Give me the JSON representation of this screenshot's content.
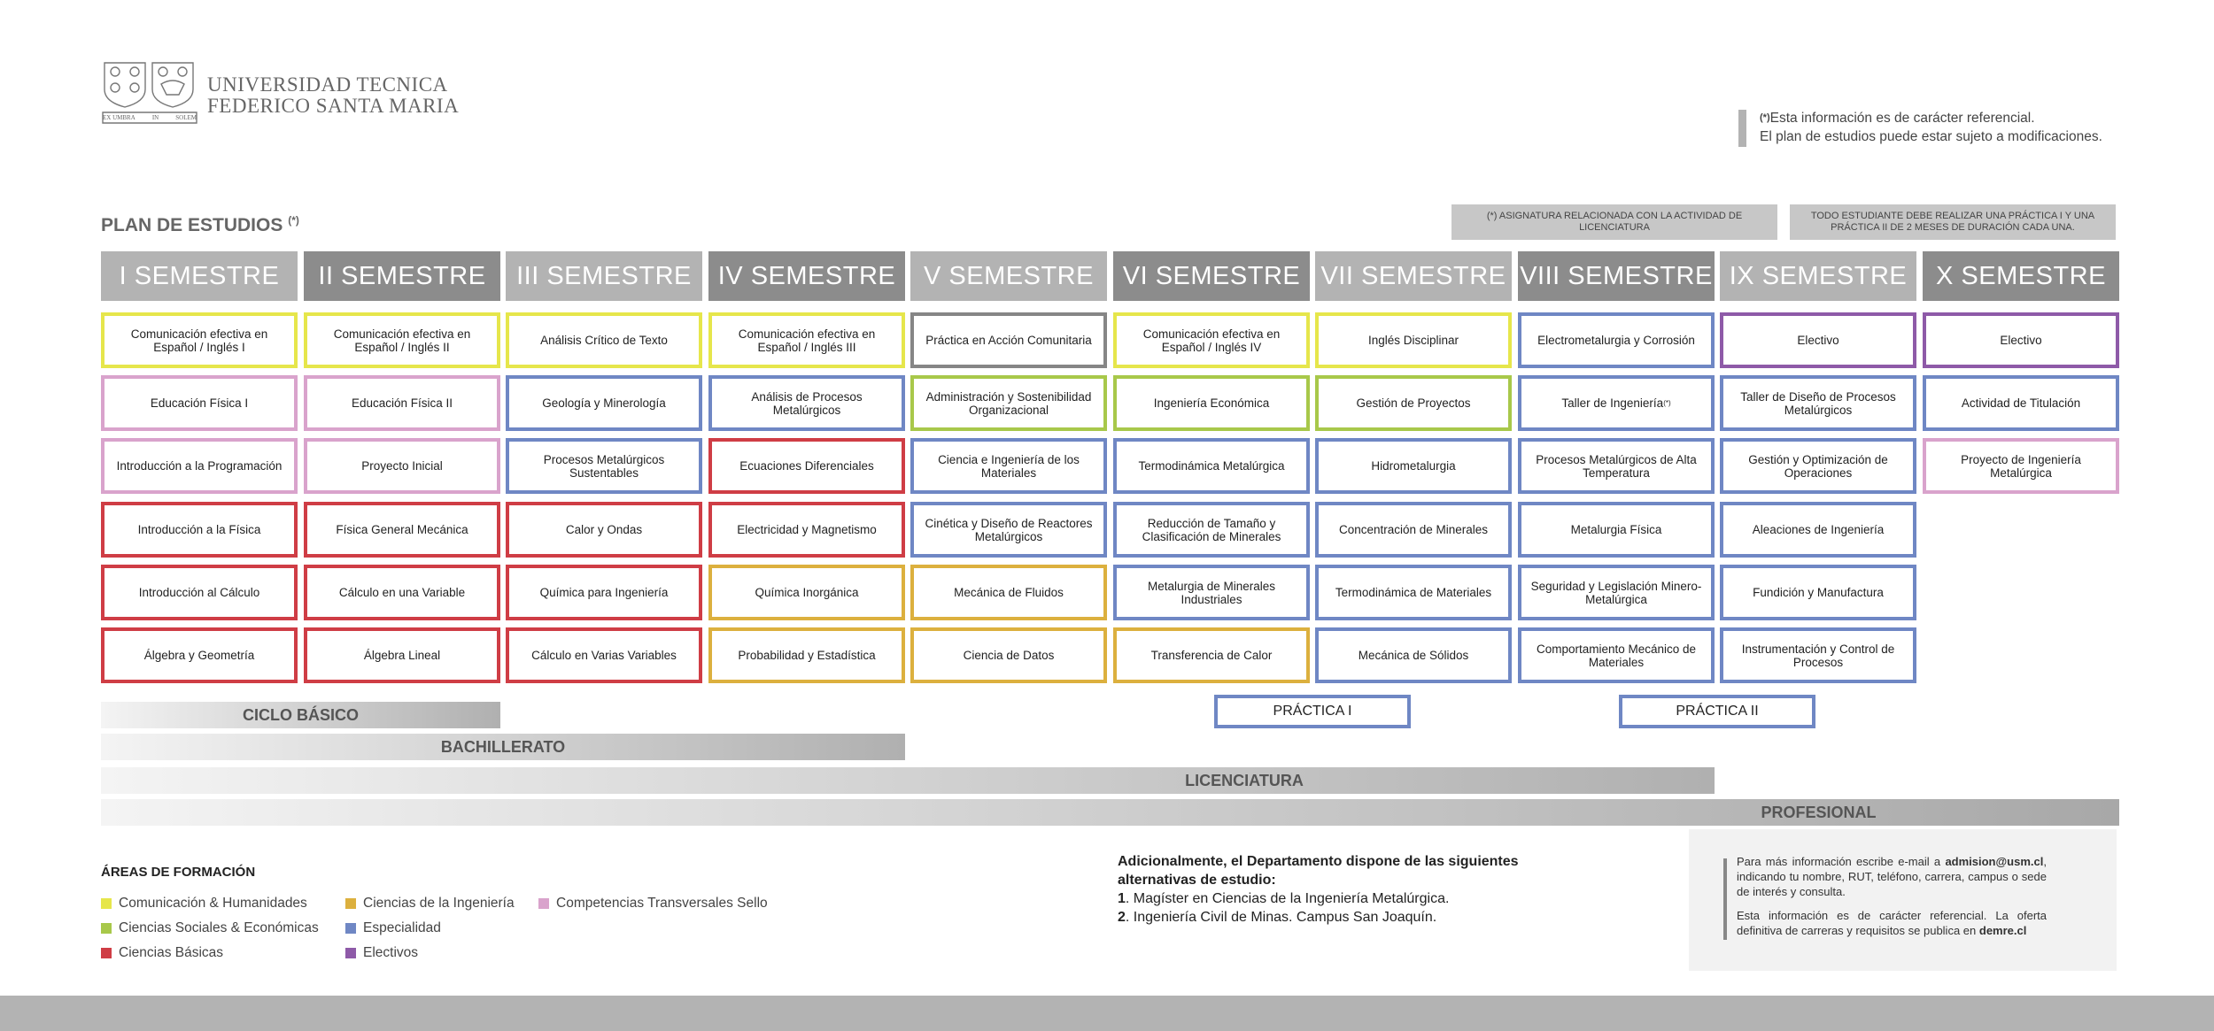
{
  "logo": {
    "motto_left": "EX UMBRA",
    "motto_center": "IN",
    "motto_right": "SOLEM"
  },
  "university": {
    "line1": "UNIVERSIDAD TECNICA",
    "line2": "FEDERICO SANTA MARIA"
  },
  "disclaimer": {
    "star": "(*)",
    "line1": "Esta información es de carácter referencial.",
    "line2": "El plan de estudios puede estar sujeto a modificaciones."
  },
  "plan": {
    "title": "PLAN DE ESTUDIOS",
    "mark": "(*)"
  },
  "notes": {
    "note1": "(*) ASIGNATURA RELACIONADA CON LA ACTIVIDAD DE LICENCIATURA",
    "note2": "TODO ESTUDIANTE DEBE REALIZAR UNA PRÁCTICA I Y UNA PRÁCTICA II DE 2 MESES DE DURACIÓN CADA UNA."
  },
  "colors": {
    "comunicacion": "#e6e64b",
    "sociales": "#a8c84a",
    "basicas": "#cf3d45",
    "ingenieria": "#dcb03e",
    "especialidad": "#6f87c4",
    "electivos": "#8e5aa8",
    "sello": "#d9a3cc",
    "practica": "#868686"
  },
  "semesters": [
    {
      "label": "I SEMESTRE",
      "courses": [
        {
          "name": "Comunicación efectiva en Español / Inglés I",
          "area": "comunicacion"
        },
        {
          "name": "Educación Física I",
          "area": "sello"
        },
        {
          "name": "Introducción a la Programación",
          "area": "sello"
        },
        {
          "name": "Introducción a la Física",
          "area": "basicas"
        },
        {
          "name": "Introducción al Cálculo",
          "area": "basicas"
        },
        {
          "name": "Álgebra y Geometría",
          "area": "basicas"
        }
      ]
    },
    {
      "label": "II SEMESTRE",
      "courses": [
        {
          "name": "Comunicación efectiva en Español / Inglés II",
          "area": "comunicacion"
        },
        {
          "name": "Educación Física II",
          "area": "sello"
        },
        {
          "name": "Proyecto Inicial",
          "area": "sello"
        },
        {
          "name": "Física General Mecánica",
          "area": "basicas"
        },
        {
          "name": "Cálculo en una Variable",
          "area": "basicas"
        },
        {
          "name": "Álgebra Lineal",
          "area": "basicas"
        }
      ]
    },
    {
      "label": "III SEMESTRE",
      "courses": [
        {
          "name": "Análisis Crítico de Texto",
          "area": "comunicacion"
        },
        {
          "name": "Geología y Minerología",
          "area": "especialidad"
        },
        {
          "name": "Procesos Metalúrgicos Sustentables",
          "area": "especialidad"
        },
        {
          "name": "Calor y Ondas",
          "area": "basicas"
        },
        {
          "name": "Química para Ingeniería",
          "area": "basicas"
        },
        {
          "name": "Cálculo en Varias Variables",
          "area": "basicas"
        }
      ]
    },
    {
      "label": "IV SEMESTRE",
      "courses": [
        {
          "name": "Comunicación efectiva en Español / Inglés III",
          "area": "comunicacion"
        },
        {
          "name": "Análisis de Procesos Metalúrgicos",
          "area": "especialidad"
        },
        {
          "name": "Ecuaciones Diferenciales",
          "area": "basicas"
        },
        {
          "name": "Electricidad y Magnetismo",
          "area": "basicas"
        },
        {
          "name": "Química Inorgánica",
          "area": "ingenieria"
        },
        {
          "name": "Probabilidad y Estadística",
          "area": "ingenieria"
        }
      ]
    },
    {
      "label": "V SEMESTRE",
      "courses": [
        {
          "name": "Práctica en Acción Comunitaria",
          "area": "practica"
        },
        {
          "name": "Administración y Sostenibilidad Organizacional",
          "area": "sociales"
        },
        {
          "name": "Ciencia e Ingeniería de los Materiales",
          "area": "especialidad"
        },
        {
          "name": "Cinética y Diseño de Reactores Metalúrgicos",
          "area": "especialidad"
        },
        {
          "name": "Mecánica de Fluidos",
          "area": "ingenieria"
        },
        {
          "name": "Ciencia de Datos",
          "area": "ingenieria"
        }
      ]
    },
    {
      "label": "VI SEMESTRE",
      "courses": [
        {
          "name": "Comunicación efectiva en Español / Inglés IV",
          "area": "comunicacion"
        },
        {
          "name": "Ingeniería Económica",
          "area": "sociales"
        },
        {
          "name": "Termodinámica Metalúrgica",
          "area": "especialidad"
        },
        {
          "name": "Reducción de Tamaño y Clasificación de Minerales",
          "area": "especialidad"
        },
        {
          "name": "Metalurgia de Minerales Industriales",
          "area": "especialidad"
        },
        {
          "name": "Transferencia de Calor",
          "area": "ingenieria"
        }
      ]
    },
    {
      "label": "VII SEMESTRE",
      "courses": [
        {
          "name": "Inglés Disciplinar",
          "area": "comunicacion"
        },
        {
          "name": "Gestión de Proyectos",
          "area": "sociales"
        },
        {
          "name": "Hidrometalurgia",
          "area": "especialidad"
        },
        {
          "name": "Concentración de Minerales",
          "area": "especialidad"
        },
        {
          "name": "Termodinámica de Materiales",
          "area": "especialidad"
        },
        {
          "name": "Mecánica de Sólidos",
          "area": "especialidad"
        }
      ]
    },
    {
      "label": "VIII SEMESTRE",
      "courses": [
        {
          "name": "Electrometalurgia y Corrosión",
          "area": "especialidad"
        },
        {
          "name": "Taller de Ingeniería",
          "area": "especialidad",
          "mark": "(*)"
        },
        {
          "name": "Procesos Metalúrgicos de Alta Temperatura",
          "area": "especialidad"
        },
        {
          "name": "Metalurgia Física",
          "area": "especialidad"
        },
        {
          "name": "Seguridad y Legislación Minero-Metalúrgica",
          "area": "especialidad"
        },
        {
          "name": "Comportamiento Mecánico de Materiales",
          "area": "especialidad"
        }
      ]
    },
    {
      "label": "IX SEMESTRE",
      "courses": [
        {
          "name": "Electivo",
          "area": "electivos"
        },
        {
          "name": "Taller de Diseño de Procesos Metalúrgicos",
          "area": "especialidad"
        },
        {
          "name": "Gestión y Optimización de Operaciones",
          "area": "especialidad"
        },
        {
          "name": "Aleaciones de Ingeniería",
          "area": "especialidad"
        },
        {
          "name": "Fundición y Manufactura",
          "area": "especialidad"
        },
        {
          "name": "Instrumentación y Control de Procesos",
          "area": "especialidad"
        }
      ]
    },
    {
      "label": "X SEMESTRE",
      "courses": [
        {
          "name": "Electivo",
          "area": "electivos"
        },
        {
          "name": "Actividad de Titulación",
          "area": "especialidad"
        },
        {
          "name": "Proyecto de Ingeniería Metalúrgica",
          "area": "sello"
        }
      ]
    }
  ],
  "stages": {
    "ciclo_basico": "CICLO BÁSICO",
    "bachillerato": "BACHILLERATO",
    "licenciatura": "LICENCIATURA",
    "profesional": "PROFESIONAL"
  },
  "practicas": {
    "p1": "PRÁCTICA I",
    "p2": "PRÁCTICA II"
  },
  "areas": {
    "title": "ÁREAS DE FORMACIÓN",
    "items": [
      {
        "label": "Comunicación & Humanidades",
        "color": "#e6e64b"
      },
      {
        "label": "Ciencias Sociales & Económicas",
        "color": "#a8c84a"
      },
      {
        "label": "Ciencias Básicas",
        "color": "#cf3d45"
      },
      {
        "label": "Ciencias de la Ingeniería",
        "color": "#dcb03e"
      },
      {
        "label": "Especialidad",
        "color": "#6f87c4"
      },
      {
        "label": "Electivos",
        "color": "#8e5aa8"
      },
      {
        "label": "Competencias Transversales Sello",
        "color": "#d9a3cc"
      }
    ]
  },
  "additional": {
    "heading": "Adicionalmente, el Departamento dispone de las siguientes alternativas de estudio:",
    "items": [
      {
        "num": "1",
        "text": "Magíster en Ciencias de la Ingeniería Metalúrgica."
      },
      {
        "num": "2",
        "text": "Ingeniería Civil de Minas. Campus San Joaquín."
      }
    ]
  },
  "contact": {
    "p1_pre": "Para más información escribe e-mail a ",
    "p1_email": "admision@usm.cl",
    "p1_post": ", indicando tu nombre, RUT, teléfono, carrera, campus o sede de interés y consulta.",
    "p2_pre": "Esta información es de carácter referencial. La oferta definitiva de carreras y requisitos se publica en ",
    "p2_link": "demre.cl"
  }
}
